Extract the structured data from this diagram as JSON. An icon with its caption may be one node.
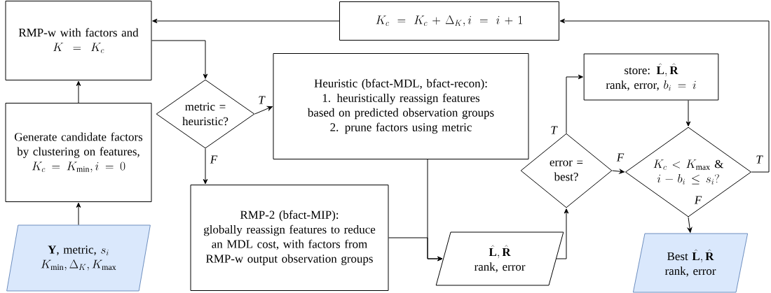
{
  "diagram": {
    "nodes": [
      {
        "text": [
          "RMP-w with factors and",
          "K = K_c"
        ]
      },
      {
        "text": [
          "K_c = K_c + \\Delta_K, i = i + 1"
        ]
      },
      {
        "text": [
          "metric = heuristic?"
        ]
      },
      {
        "text": [
          "Heuristic (bfact-MDL, bfact-recon):",
          "1. heuristically reassign features based on predicted observation groups",
          "2. prune factors using metric"
        ]
      },
      {
        "text": [
          "Generate candidate factors by clustering on features,",
          "K_c = K_{\\min}, i = 0"
        ]
      },
      {
        "text": [
          "\\text{store: }\\hat{\\mathbf{L}}, \\hat{\\mathbf{R}}",
          "\\text{rank, error, }b_i = i"
        ]
      },
      {
        "text": [
          "error = best?"
        ]
      },
      {
        "text": [
          "K_c < K_{\\max}\\ \\&",
          "i - b_i \\le s_i?"
        ]
      },
      {
        "text": [
          "RMP-2 (bfact-MIP):",
          "globally reassign features to reduce an MDL cost, with factors from RMP-w output observation groups"
        ]
      },
      {
        "text": [
          "\\mathbf{Y}\\text{, metric, }s_i",
          "K_{\\min}, \\Delta_K, K_{\\max}"
        ]
      },
      {
        "text": [
          "\\hat{\\mathbf{L}}, \\hat{\\mathbf{R}}",
          "rank, error"
        ]
      },
      {
        "text": [
          "\\text{Best }\\hat{\\mathbf{L}}, \\hat{\\mathbf{R}}",
          "rank, error"
        ]
      }
    ],
    "edges": [
      {
        "from": 9,
        "to": 4,
        "arrow": "to"
      },
      {
        "from": 4,
        "to": 0,
        "arrow": "to"
      },
      {
        "from": 0,
        "to": 2,
        "arrow": "to"
      },
      {
        "from": 2,
        "to": 3,
        "arrow": "to",
        "label": "T"
      },
      {
        "from": 2,
        "to": 8,
        "arrow": "to",
        "label": "F"
      },
      {
        "from": 3,
        "to": 10,
        "arrow": "to"
      },
      {
        "from": 8,
        "to": 10,
        "arrow": "to"
      },
      {
        "from": 10,
        "to": 6,
        "arrow": "to"
      },
      {
        "from": 6,
        "to": 5,
        "arrow": "to",
        "label": "T"
      },
      {
        "from": 6,
        "to": 7,
        "arrow": "to",
        "label": "F"
      },
      {
        "from": 5,
        "to": 7,
        "arrow": "to"
      },
      {
        "from": 7,
        "to": 1,
        "arrow": "to",
        "label": "T"
      },
      {
        "from": 7,
        "to": 11,
        "arrow": "to",
        "label": "F"
      },
      {
        "from": 1,
        "to": 0,
        "arrow": "to"
      }
    ]
  }
}
